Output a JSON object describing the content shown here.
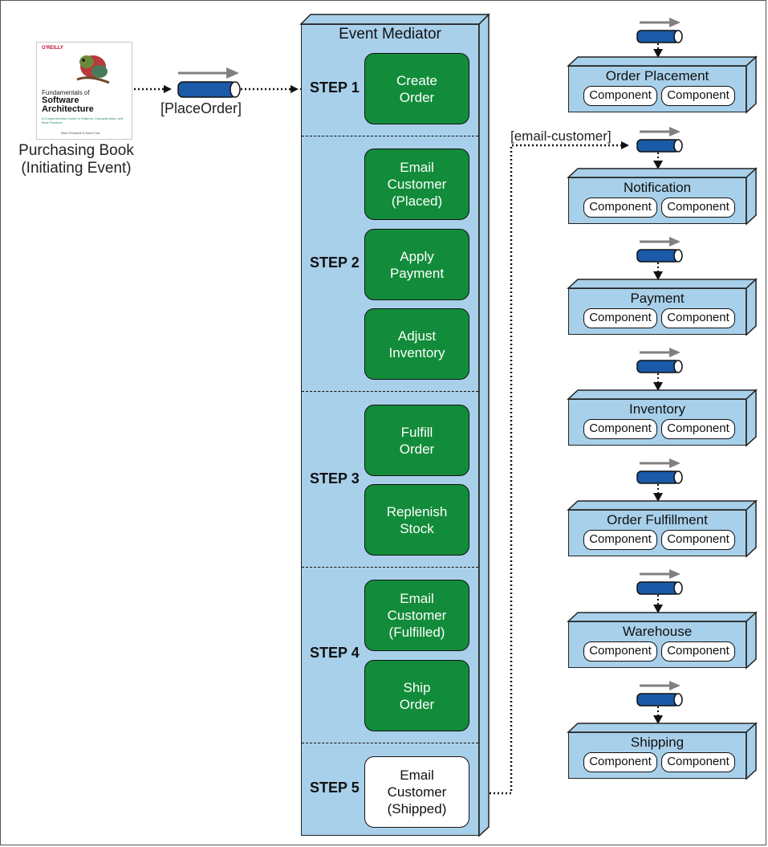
{
  "initiator": {
    "book": {
      "publisher": "O'REILLY",
      "title_line1": "Fundamentals of",
      "title_line2": "Software",
      "title_line3": "Architecture",
      "subtitle": "A Comprehensive Guide to Patterns, Characteristics, and Best Practices",
      "authors": "Mark Richards & Neal Ford"
    },
    "caption_line1": "Purchasing Book",
    "caption_line2": "(Initiating Event)"
  },
  "initial_queue_label": "[PlaceOrder]",
  "mediator": {
    "title": "Event Mediator",
    "steps": [
      {
        "label": "STEP 1",
        "tasks": [
          "Create\nOrder"
        ]
      },
      {
        "label": "STEP 2",
        "tasks": [
          "Email\nCustomer\n(Placed)",
          "Apply\nPayment",
          "Adjust\nInventory"
        ]
      },
      {
        "label": "STEP 3",
        "tasks": [
          "Fulfill\nOrder",
          "Replenish\nStock"
        ]
      },
      {
        "label": "STEP 4",
        "tasks": [
          "Email\nCustomer\n(Fulfilled)",
          "Ship\nOrder"
        ]
      },
      {
        "label": "STEP 5",
        "tasks": [
          "Email\nCustomer\n(Shipped)"
        ]
      }
    ]
  },
  "event_channel_label": "[email-customer]",
  "processors": [
    {
      "title": "Order Placement",
      "components": [
        "Component",
        "Component"
      ]
    },
    {
      "title": "Notification",
      "components": [
        "Component",
        "Component"
      ]
    },
    {
      "title": "Payment",
      "components": [
        "Component",
        "Component"
      ]
    },
    {
      "title": "Inventory",
      "components": [
        "Component",
        "Component"
      ]
    },
    {
      "title": "Order Fulfillment",
      "components": [
        "Component",
        "Component"
      ]
    },
    {
      "title": "Warehouse",
      "components": [
        "Component",
        "Component"
      ]
    },
    {
      "title": "Shipping",
      "components": [
        "Component",
        "Component"
      ]
    }
  ],
  "colors": {
    "mediator_fill": "#a8d0ea",
    "task_fill": "#128c3a",
    "active_task_fill": "#ffffff",
    "queue_fill": "#1a5aa8",
    "queue_arrow": "#808080"
  },
  "icons": {
    "queue": "queue-cylinder-icon",
    "queue_direction": "arrow-right-icon",
    "book_cover": "book-cover-icon"
  }
}
